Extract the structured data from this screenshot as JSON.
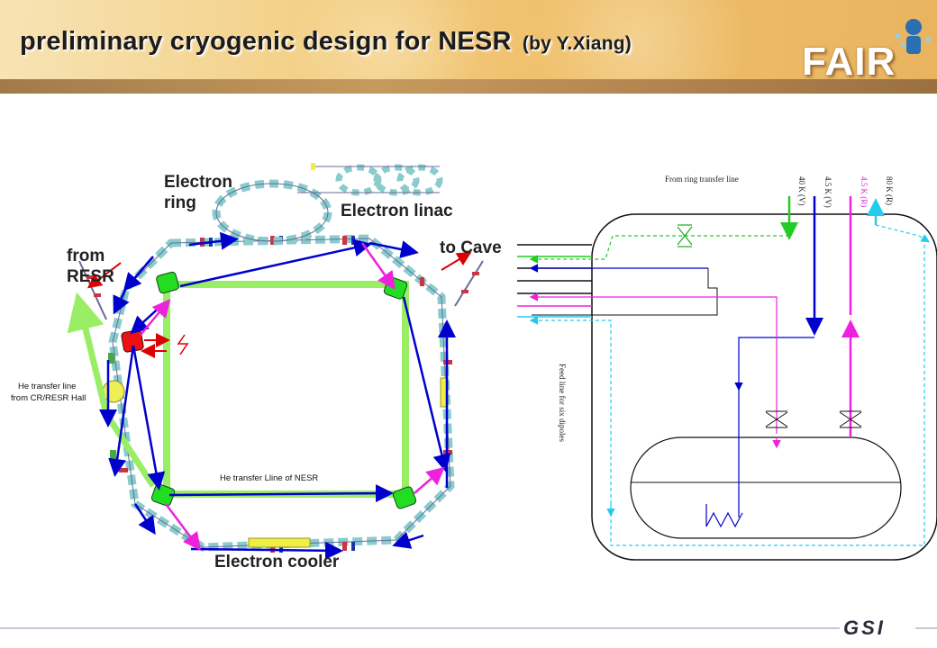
{
  "header": {
    "title": "preliminary cryogenic design for NESR",
    "subtitle": "(by Y.Xiang)",
    "logo_text": "FAIR"
  },
  "ring_diagram": {
    "labels": {
      "electron_ring_line1": "Electron",
      "electron_ring_line2": "ring",
      "electron_linac": "Electron linac",
      "from_resr_line1": "from",
      "from_resr_line2": "RESR",
      "to_cave": "to Cave",
      "electron_cooler": "Electron cooler",
      "he_line_hall_1": "He transfer line",
      "he_line_hall_2": "from CR/RESR Hall",
      "he_line_nesr": "He transfer Lline of NESR"
    }
  },
  "schematic": {
    "labels": {
      "from_ring": "From ring transfer line",
      "feed_line": "Feed line for six dipoles",
      "t40v": "40 K (V)",
      "t45v": "4.5 K (V)",
      "t45r": "4.5 K (R)",
      "t80r": "80 K (R)"
    }
  },
  "footer": {
    "logo_text": "GSI"
  },
  "colors": {
    "green_line": "#99ee66",
    "blue_line": "#0000cc",
    "magenta_line": "#ee22dd",
    "cyan_line": "#22ccee",
    "dashed_green": "#22cc22",
    "ring_magnet": "#88cccc"
  }
}
